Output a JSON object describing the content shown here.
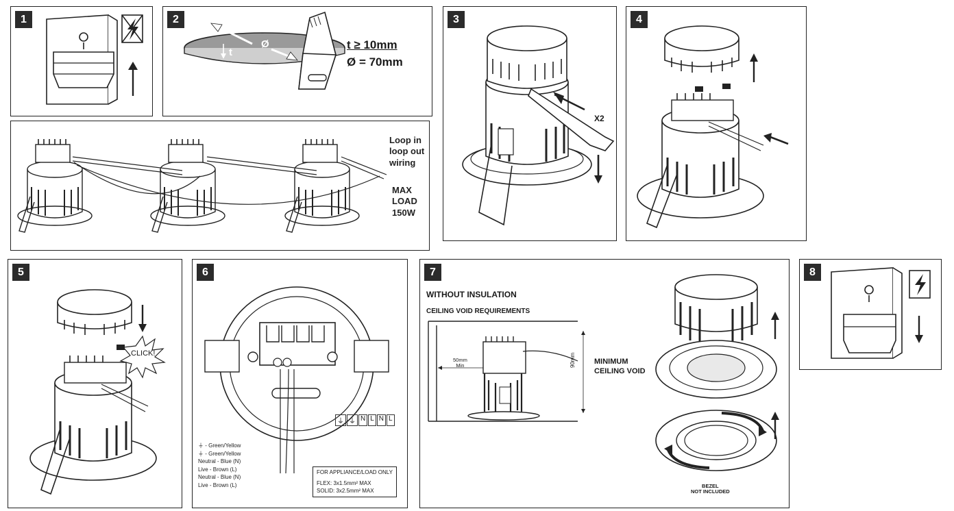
{
  "steps": [
    "1",
    "2",
    "3",
    "4",
    "5",
    "6",
    "7",
    "8"
  ],
  "step2": {
    "diameter_symbol": "Ø",
    "thickness_symbol": "t",
    "formula_1": "t ≥ 10mm",
    "formula_2": "Ø = 70mm"
  },
  "wiring": {
    "lines": [
      "Loop in",
      "loop out",
      "wiring"
    ],
    "load": [
      "MAX",
      "LOAD",
      "150W"
    ]
  },
  "step3": {
    "times": "X2"
  },
  "step5": {
    "click": "CLICK!"
  },
  "step6": {
    "terminals": [
      "⏚",
      "⏚",
      "N",
      "L",
      "N",
      "L"
    ],
    "legend": [
      "⏚ - Green/Yellow",
      "⏚ - Green/Yellow",
      "Neutral - Blue (N)",
      "Live - Brown (L)",
      "Neutral - Blue (N)",
      "Live - Brown (L)"
    ],
    "note": [
      "FOR APPLIANCE/LOAD ONLY",
      "FLEX: 3x1.5mm² MAX",
      "SOLID: 3x2.5mm² MAX"
    ]
  },
  "step7": {
    "title": "WITHOUT INSULATION",
    "subtitle": "CEILING VOID REQUIREMENTS",
    "min_side": [
      "50mm",
      "Min"
    ],
    "height": "90mm",
    "min_void": [
      "MINIMUM",
      "CEILING VOID"
    ],
    "bezel": [
      "BEZEL",
      "NOT INCLUDED"
    ]
  },
  "icons": [
    "power-switch-icon",
    "no-power-icon",
    "power-icon",
    "arrow-up-icon",
    "arrow-down-icon",
    "saw-icon",
    "screwdriver-icon"
  ],
  "colors": {
    "line": "#222222",
    "panel_border": "#222222",
    "badge": "#2b2b2b"
  }
}
